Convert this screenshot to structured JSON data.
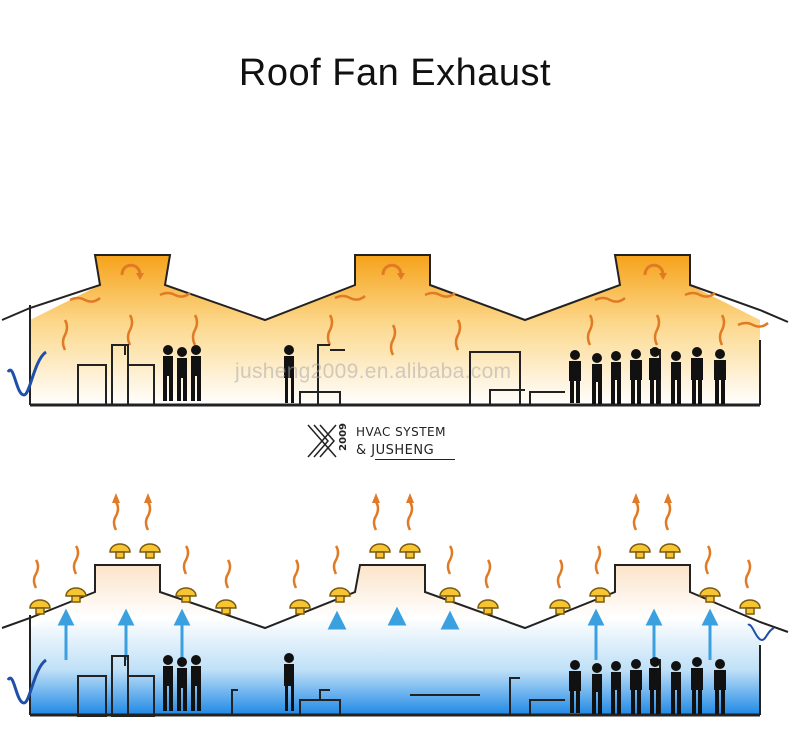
{
  "title": "Roof Fan Exhaust",
  "watermark": "jusheng2009.en.alibaba.com",
  "logo": {
    "year": "2009",
    "line1": "HVAC SYSTEM",
    "amp": "&",
    "line2": "JUSHENG"
  },
  "colors": {
    "heat_orange": "#f6a21a",
    "heat_light": "#fde8b8",
    "cool_blue": "#1e88e5",
    "arrow_blue": "#3aa0e0",
    "fan_yellow": "#f7c531",
    "smoke_orange": "#e07a25"
  }
}
